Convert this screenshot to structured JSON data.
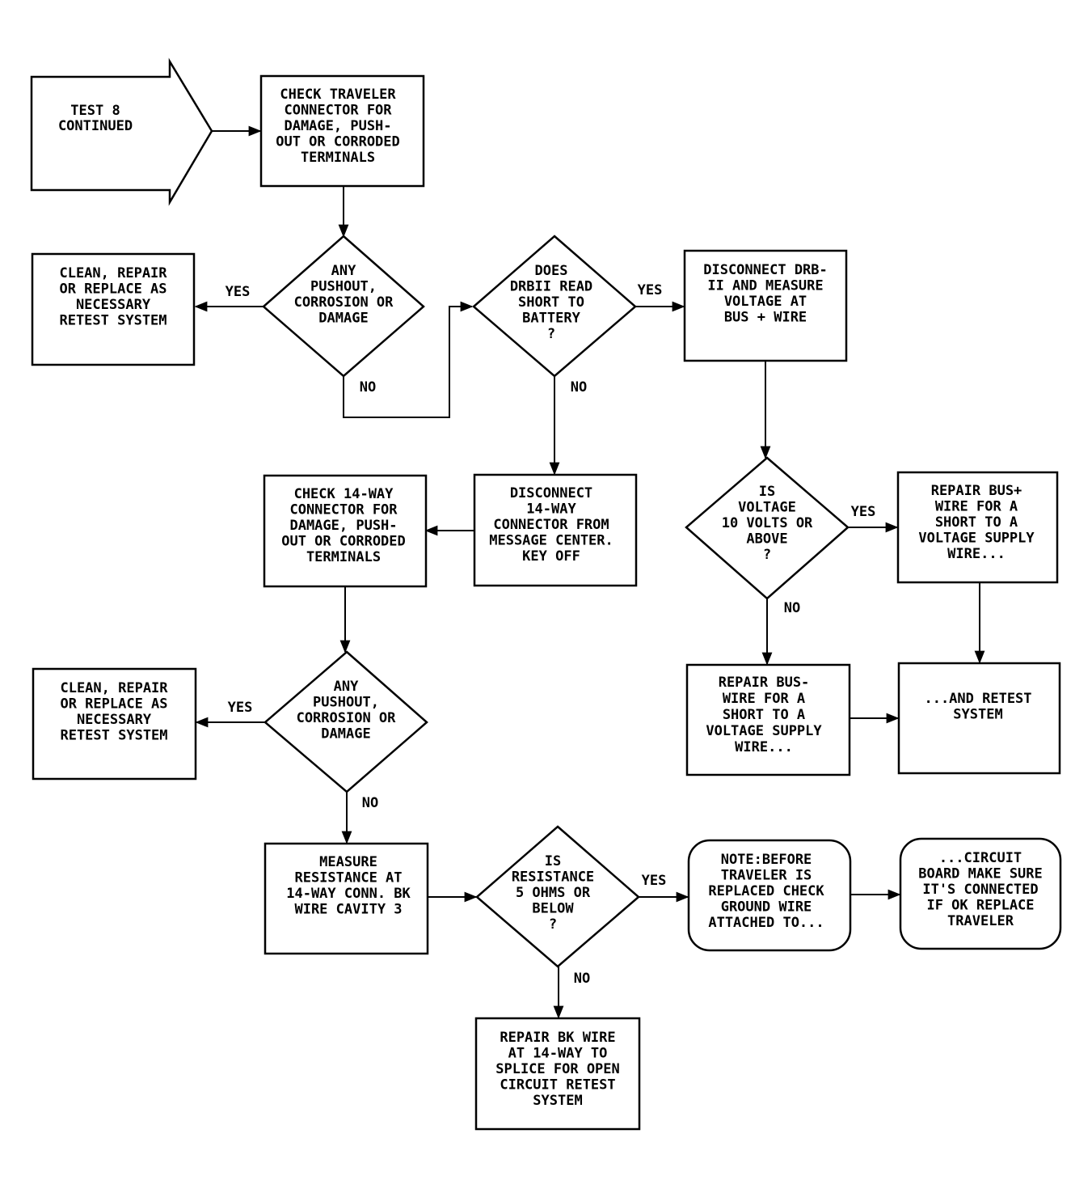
{
  "nodes": {
    "start": [
      "TEST 8",
      "CONTINUED"
    ],
    "check_trav": [
      "CHECK TRAVELER",
      "CONNECTOR FOR",
      "DAMAGE, PUSH-",
      "OUT OR CORRODED",
      "TERMINALS"
    ],
    "d_any1": [
      "ANY",
      "PUSHOUT,",
      "CORROSION OR",
      "DAMAGE"
    ],
    "clean1": [
      "CLEAN, REPAIR",
      "OR REPLACE AS",
      "NECESSARY",
      "RETEST SYSTEM"
    ],
    "d_drb": [
      "DOES",
      "DRBII READ",
      "SHORT TO",
      "BATTERY",
      "?"
    ],
    "disc_drb": [
      "DISCONNECT DRB-",
      "II AND MEASURE",
      "VOLTAGE AT",
      "BUS + WIRE"
    ],
    "disc_14": [
      "DISCONNECT",
      "14-WAY",
      "CONNECTOR FROM",
      "MESSAGE CENTER.",
      "KEY OFF"
    ],
    "check_14": [
      "CHECK 14-WAY",
      "CONNECTOR FOR",
      "DAMAGE, PUSH-",
      "OUT OR CORRODED",
      "TERMINALS"
    ],
    "d_volt": [
      "IS",
      "VOLTAGE",
      "10 VOLTS OR",
      "ABOVE",
      "?"
    ],
    "rep_busp": [
      "REPAIR BUS+",
      "WIRE FOR A",
      "SHORT TO A",
      "VOLTAGE SUPPLY",
      "WIRE..."
    ],
    "rep_busm": [
      "REPAIR BUS-",
      "WIRE FOR A",
      "SHORT TO A",
      "VOLTAGE SUPPLY",
      "WIRE..."
    ],
    "retest": [
      "...AND RETEST",
      "SYSTEM"
    ],
    "d_any2": [
      "ANY",
      "PUSHOUT,",
      "CORROSION OR",
      "DAMAGE"
    ],
    "clean2": [
      "CLEAN, REPAIR",
      "OR REPLACE AS",
      "NECESSARY",
      "RETEST SYSTEM"
    ],
    "measure": [
      "MEASURE",
      "RESISTANCE AT",
      "14-WAY CONN. BK",
      "WIRE CAVITY 3"
    ],
    "d_res": [
      "IS",
      "RESISTANCE",
      "5 OHMS OR",
      "BELOW",
      "?"
    ],
    "note": [
      "NOTE:BEFORE",
      "TRAVELER IS",
      "REPLACED CHECK",
      "GROUND WIRE",
      "ATTACHED TO..."
    ],
    "circuit": [
      "...CIRCUIT",
      "BOARD MAKE SURE",
      "IT'S CONNECTED",
      "IF OK REPLACE",
      "TRAVELER"
    ],
    "rep_bk": [
      "REPAIR BK WIRE",
      "AT 14-WAY TO",
      "SPLICE FOR OPEN",
      "CIRCUIT RETEST",
      "SYSTEM"
    ]
  },
  "edge_labels": {
    "yes1": "YES",
    "no1": "NO",
    "yes2": "YES",
    "no2": "NO",
    "yes3": "YES",
    "no3": "NO",
    "yes4": "YES",
    "no4": "NO",
    "yes5": "YES",
    "no5": "NO"
  }
}
